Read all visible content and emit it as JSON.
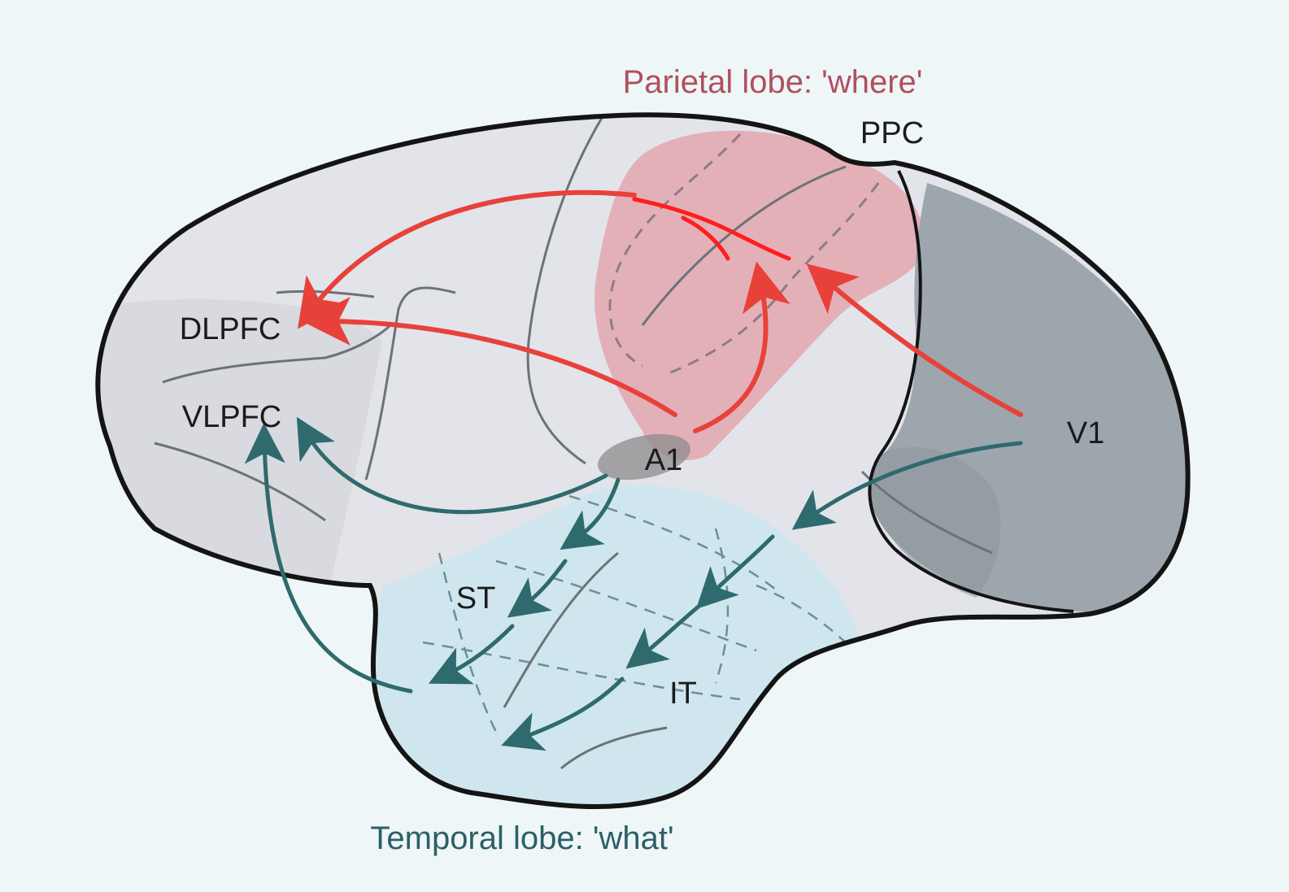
{
  "labels": {
    "parietal": "Parietal lobe: 'where'",
    "temporal": "Temporal lobe: 'what'",
    "ppc": "PPC",
    "dlpfc": "DLPFC",
    "vlpfc": "VLPFC",
    "a1": "A1",
    "st": "ST",
    "it": "IT",
    "v1": "V1"
  },
  "colors": {
    "background": "#eef6f8",
    "brain_fill": "#e2e4ea",
    "prefrontal_fill": "#d9dbe0",
    "parietal_fill": "#e2a9b1",
    "temporal_fill": "#cfe6ee",
    "occipital_fill": "#9da6ad",
    "where_pathway": "#e8413a",
    "what_pathway": "#2e6a6e",
    "parietal_label": "#b0505c",
    "temporal_label": "#2c5f66",
    "outline": "#141414"
  }
}
